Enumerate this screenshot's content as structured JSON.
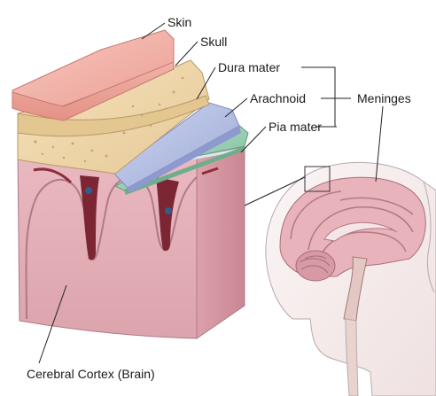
{
  "labels": {
    "skin": "Skin",
    "skull": "Skull",
    "dura_mater": "Dura mater",
    "arachnoid": "Arachnoid",
    "pia_mater": "Pia mater",
    "meninges": "Meninges",
    "cerebral_cortex": "Cerebral Cortex (Brain)"
  },
  "colors": {
    "skin": "#f1b7ad",
    "skull": "#efd9b0",
    "dura_mater": "#b9c4e6",
    "arachnoid": "#9bd0b2",
    "pia_mater": "#d6e9f2",
    "brain_tissue": "#e7b9c0",
    "blood_vessel": "#8a2e3a",
    "head": "#f6eeee"
  }
}
